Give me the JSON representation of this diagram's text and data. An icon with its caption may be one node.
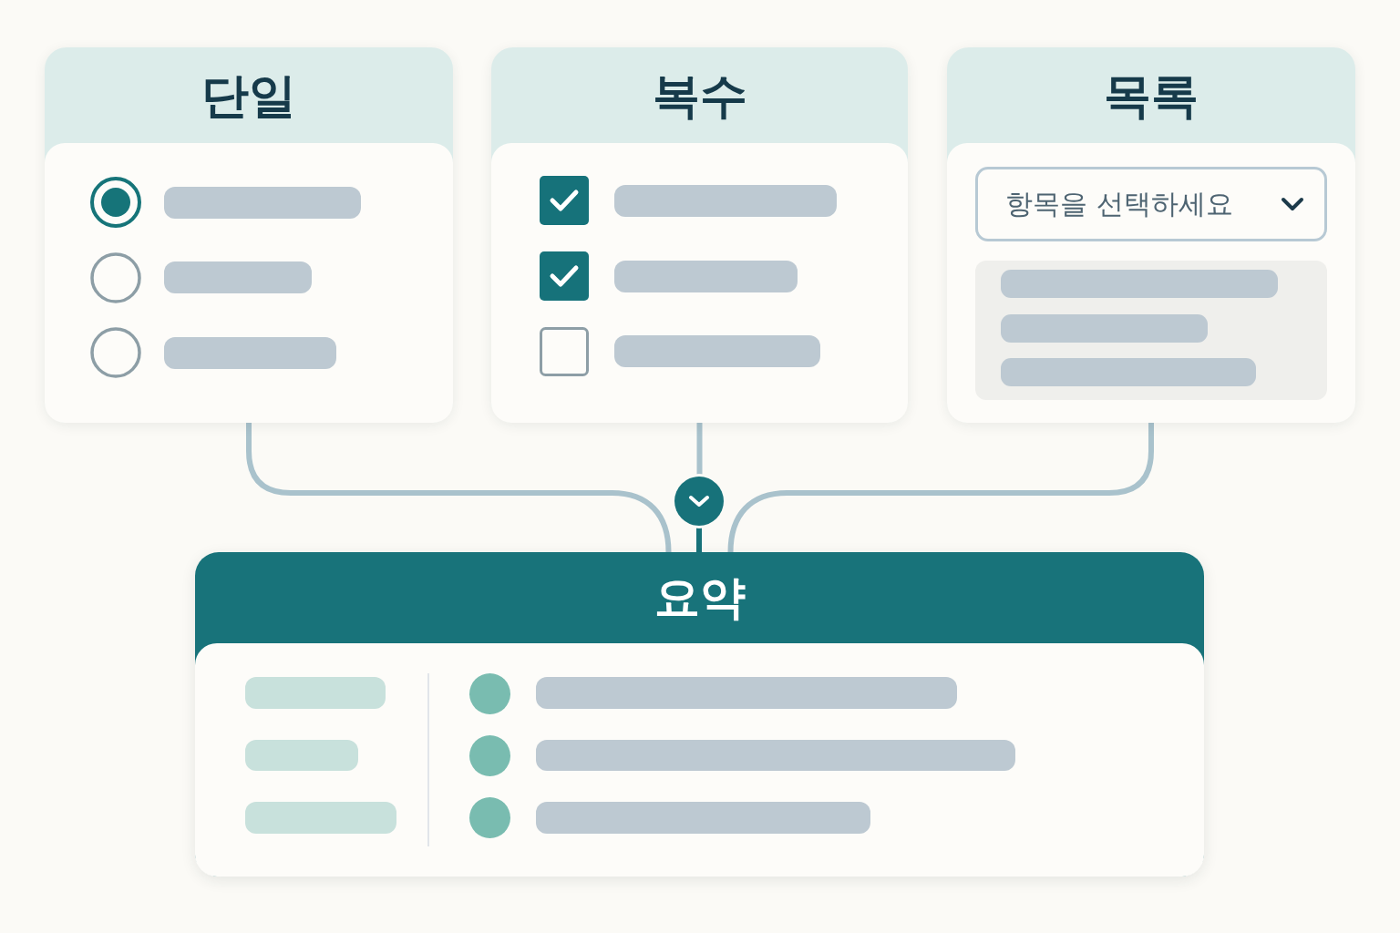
{
  "diagram": {
    "nodes": [
      {
        "text": [
          "단일"
        ]
      },
      {
        "text": [
          "복수"
        ]
      },
      {
        "text": [
          "목록"
        ]
      },
      {
        "text": [
          "항목을 선택하세요"
        ],
        "in": 2
      },
      {
        "text": [],
        "shape": "circle"
      },
      {
        "text": [
          "요약"
        ]
      }
    ],
    "edges": [
      {
        "from": 0,
        "to": 5,
        "arrow": "none"
      },
      {
        "from": 1,
        "to": 4,
        "arrow": "none"
      },
      {
        "from": 2,
        "to": 5,
        "arrow": "none"
      },
      {
        "from": 4,
        "to": 5,
        "arrow": "none",
        "color": "#17727a"
      }
    ]
  }
}
